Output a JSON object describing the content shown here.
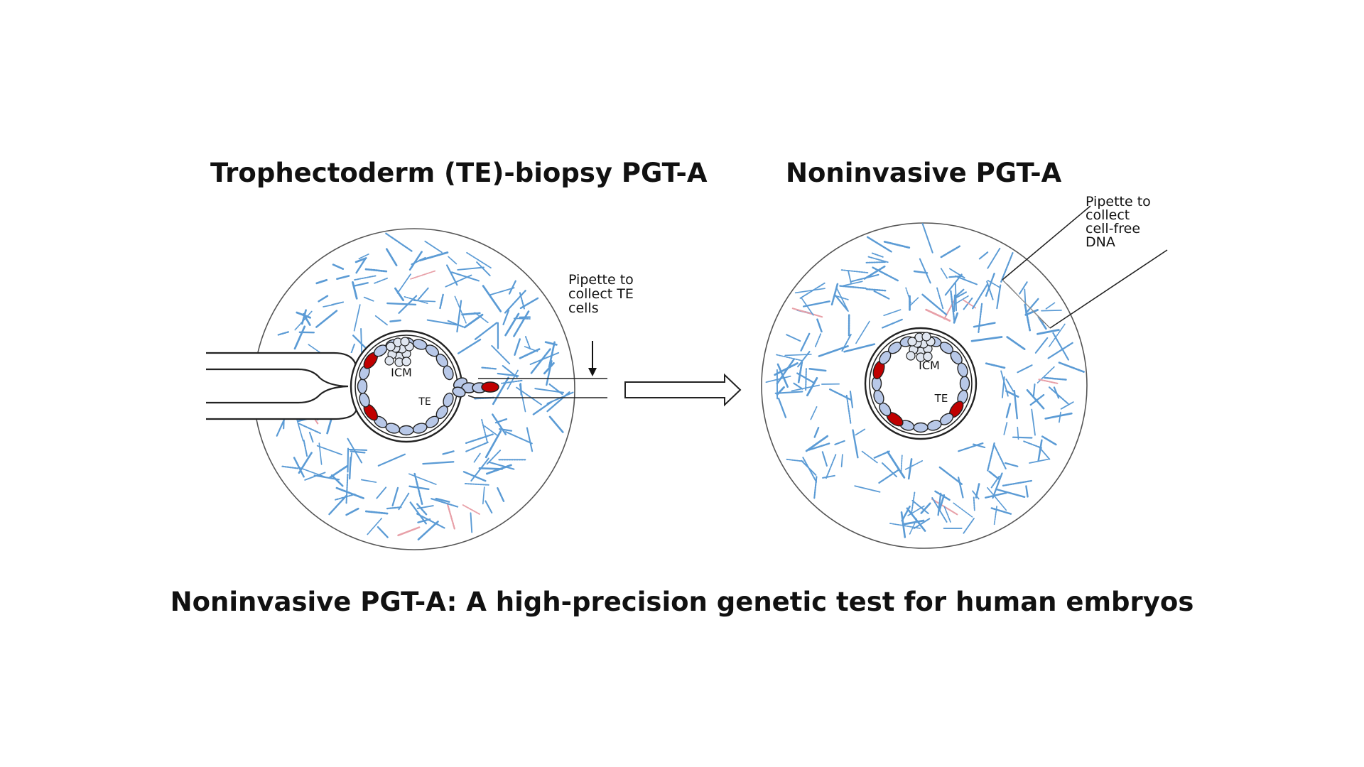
{
  "left_panel": {
    "title": "Trophectoderm (TE)-biopsy PGT-A",
    "icm_label": "ICM",
    "te_label": "TE",
    "pipette_label_lines": [
      "Pipette to",
      "collect TE",
      "cells"
    ]
  },
  "right_panel": {
    "title": "Noninvasive PGT-A",
    "icm_label": "ICM",
    "te_label": "TE",
    "pipette_label_lines": [
      "Pipette to",
      "collect",
      "cell-free",
      "DNA"
    ]
  },
  "caption": "Noninvasive PGT-A: A high-precision genetic test for human embryos",
  "colors": {
    "dna_blue": "#5b9bd5",
    "dna_red": "#e8a0a8",
    "cell_fill": "#b8c8e8",
    "highlight_red": "#c00000",
    "outline": "#222222"
  }
}
